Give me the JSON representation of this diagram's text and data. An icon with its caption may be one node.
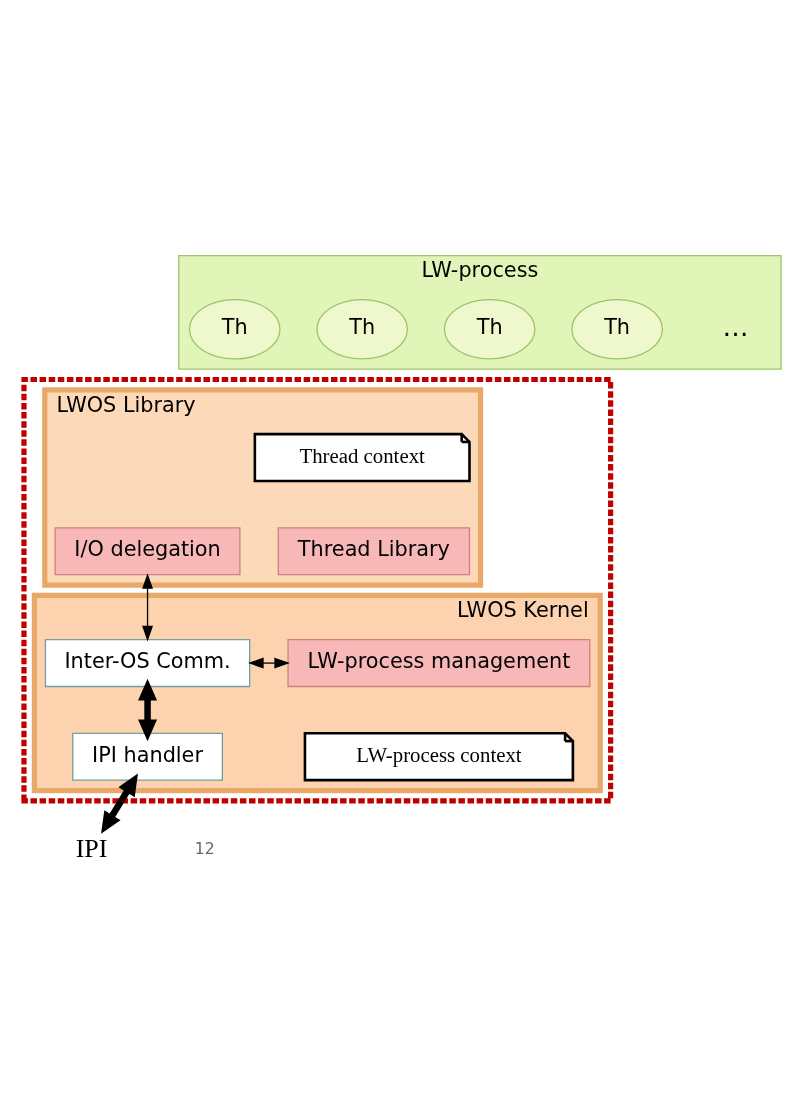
{
  "diagram": {
    "nodes": [
      {
        "text": [
          "LW-process"
        ]
      },
      {
        "text": [
          "Th"
        ],
        "in": 0
      },
      {
        "text": [
          "Th"
        ],
        "in": 0
      },
      {
        "text": [
          "Th"
        ],
        "in": 0
      },
      {
        "text": [
          "Th"
        ],
        "in": 0
      },
      {
        "text": [],
        "shape": "box"
      },
      {
        "text": [
          "LWOS Library"
        ],
        "in": 5
      },
      {
        "text": [
          "Thread context"
        ],
        "in": 6
      },
      {
        "text": [
          "I/O delegation"
        ],
        "in": 6
      },
      {
        "text": [
          "Thread Library"
        ],
        "in": 6
      },
      {
        "text": [
          "LWOS Kernel"
        ],
        "in": 5
      },
      {
        "text": [
          "Inter-OS Comm."
        ],
        "in": 10
      },
      {
        "text": [
          "LW-process management"
        ],
        "in": 10
      },
      {
        "text": [
          "LW-process context"
        ],
        "in": 10
      },
      {
        "text": [
          "IPI handler"
        ],
        "in": 10
      },
      {
        "text": [
          "IPI"
        ]
      }
    ],
    "edges": [
      {
        "from": 8,
        "to": 11,
        "arrow": "both"
      },
      {
        "from": 11,
        "to": 12,
        "arrow": "both"
      },
      {
        "from": 11,
        "to": 14,
        "arrow": "both",
        "style": "thick"
      },
      {
        "from": 14,
        "to": 15,
        "arrow": "both",
        "style": "thick"
      }
    ],
    "labels": [
      "…",
      "12"
    ]
  }
}
